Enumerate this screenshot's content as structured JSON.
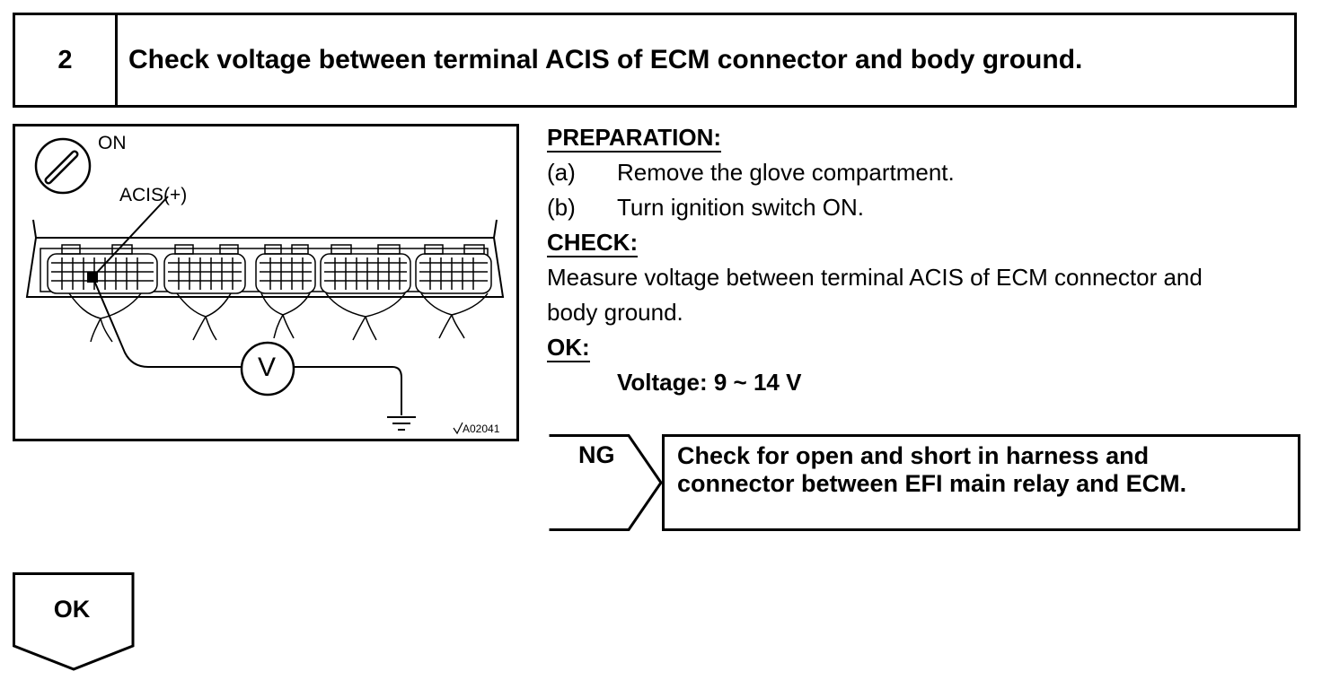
{
  "step": {
    "number": "2",
    "title": "Check voltage between terminal ACIS of ECM connector and body ground."
  },
  "diagram": {
    "ignition_label": "ON",
    "terminal_label": "ACIS(+)",
    "meter_label": "V",
    "figure_code": "A02041",
    "icons": [
      "ignition-key-icon",
      "voltmeter-icon",
      "ground-symbol-icon",
      "ecm-connector-icon"
    ]
  },
  "preparation": {
    "heading": "PREPARATION:",
    "items": [
      {
        "label": "(a)",
        "text": "Remove the glove compartment."
      },
      {
        "label": "(b)",
        "text": "Turn ignition switch ON."
      }
    ]
  },
  "check": {
    "heading": "CHECK:",
    "text_line1": "Measure voltage between terminal ACIS of ECM connector and",
    "text_line2": "body ground."
  },
  "ok_spec": {
    "heading": "OK:",
    "value": "Voltage: 9 ~ 14 V"
  },
  "ng_branch": {
    "label": "NG",
    "line1": "Check for open and short in harness and",
    "line2": "connector between EFI main relay and ECM."
  },
  "ok_branch": {
    "label": "OK"
  }
}
